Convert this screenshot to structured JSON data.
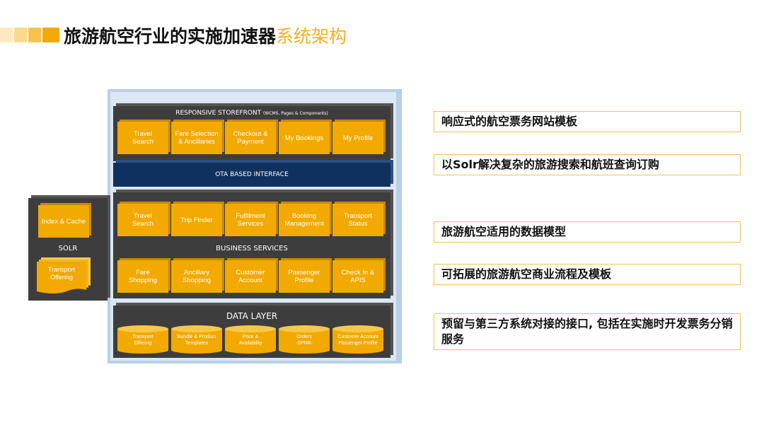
{
  "title": {
    "main": "旅游航空行业的实施加速器",
    "highlight": "系统架构"
  },
  "colors": {
    "accent": "#F4B020",
    "box": "#F2A900",
    "panel": "#3d3d3d",
    "band": "#10305e"
  },
  "architecture": {
    "storefront": {
      "label": "RESPONSIVE STOREFRONT",
      "note": "(WCMS, Pages & Components)",
      "boxes": [
        "Travel\nSearch",
        "Fare Selection\n& Ancillaries",
        "Checkout &\nPayment",
        "My Bookings",
        "My Profile"
      ]
    },
    "interface_label": "OTA BASED INTERFACE",
    "business": {
      "label": "BUSINESS SERVICES",
      "row1": [
        "Travel\nSearch",
        "Trip Finder",
        "Fulfilment\nServices",
        "Booking\nManagement",
        "Transport\nStatus"
      ],
      "row2": [
        "Fare\nShopping",
        "Ancillary\nShopping",
        "Customer\nAccount",
        "Passenger\nProfile",
        "Check In &\nAPIS"
      ]
    },
    "data_layer": {
      "label": "DATA LAYER",
      "stores": [
        "Transport\nOffering",
        "Bundle & Product\nTemplates",
        "Price &\nAvailability",
        "Orders\n-SPNR-",
        "Customer Account\nPassenger Profile"
      ]
    },
    "solr": {
      "label": "SOLR",
      "index": "Index & Cache",
      "doc": "Transport\nOffering"
    }
  },
  "features": [
    "响应式的航空票务网站模板",
    "以Solr解决复杂的旅游搜索和航班查询订购",
    "旅游航空适用的数据模型",
    "可拓展的旅游航空商业流程及模板",
    "预留与第三方系统对接的接口, 包括在实施时开发票务分销服务"
  ]
}
